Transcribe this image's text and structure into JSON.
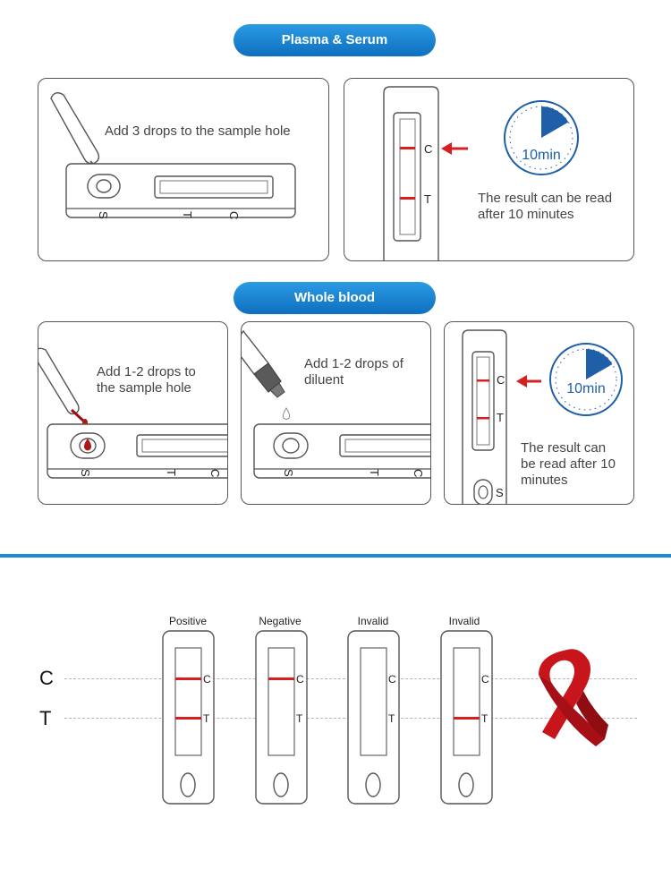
{
  "sections": {
    "plasma_title": "Plasma & Serum",
    "whole_blood_title": "Whole blood"
  },
  "plasma": {
    "step1_text": "Add 3 drops to the sample hole",
    "result_text_line1": "The result can be read",
    "result_text_line2": "after 10 minutes"
  },
  "whole_blood": {
    "step1_line1": "Add 1-2 drops to",
    "step1_line2": "the sample hole",
    "step2_line1": "Add 1-2 drops of",
    "step2_line2": "diluent",
    "result_line1": "The result can",
    "result_line2": "be read after 10",
    "result_line3": "minutes"
  },
  "device_labels": {
    "s": "S",
    "t": "T",
    "c": "C"
  },
  "timer_label": "10min",
  "results": {
    "row_c": "C",
    "row_t": "T",
    "columns": [
      {
        "label": "Positive",
        "c_line": true,
        "t_line": true
      },
      {
        "label": "Negative",
        "c_line": true,
        "t_line": false
      },
      {
        "label": "Invalid",
        "c_line": false,
        "t_line": false
      },
      {
        "label": "Invalid",
        "c_line": false,
        "t_line": true
      }
    ]
  },
  "colors": {
    "accent_blue": "#1d8ad6",
    "line_red": "#d42020",
    "timer_blue": "#1e5fa8"
  }
}
